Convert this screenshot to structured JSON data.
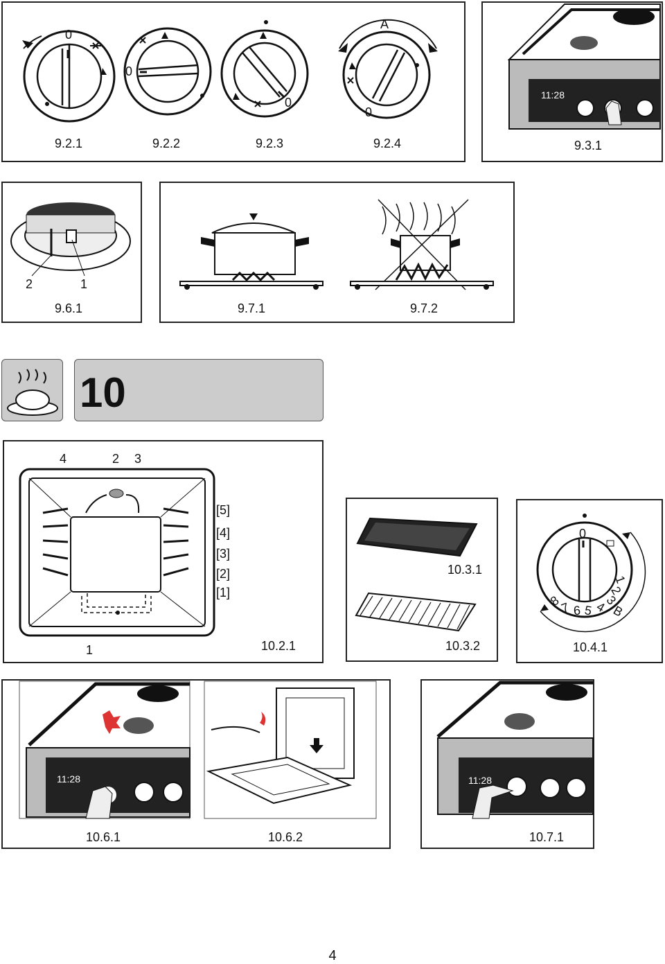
{
  "top_panel": {
    "captions": [
      "9.2.1",
      "9.2.2",
      "9.2.3",
      "9.2.4"
    ],
    "knob_labels": {
      "zero": "0",
      "arrow_a": "A"
    }
  },
  "fig_931": {
    "caption": "9.3.1",
    "clock": "11:28"
  },
  "fig_961": {
    "caption": "9.6.1",
    "labels": [
      "2",
      "1"
    ]
  },
  "fig_97": {
    "captions": [
      "9.7.1",
      "9.7.2"
    ]
  },
  "section": {
    "number": "10"
  },
  "fig_1021": {
    "caption": "10.2.1",
    "top_labels": [
      "4",
      "2",
      "3"
    ],
    "bottom_label": "1",
    "levels": [
      "[5]",
      "[4]",
      "[3]",
      "[2]",
      "[1]"
    ]
  },
  "fig_103": {
    "captions": [
      "10.3.1",
      "10.3.2"
    ]
  },
  "fig_1041": {
    "caption": "10.4.1",
    "zero": "0",
    "b_label": "B",
    "scale": [
      "1",
      "2",
      "3",
      "4",
      "5",
      "6",
      "7",
      "8"
    ]
  },
  "bottom_row": {
    "captions": [
      "10.6.1",
      "10.6.2",
      "10.7.1"
    ],
    "clock": "11:28"
  },
  "page": {
    "number": "4"
  }
}
